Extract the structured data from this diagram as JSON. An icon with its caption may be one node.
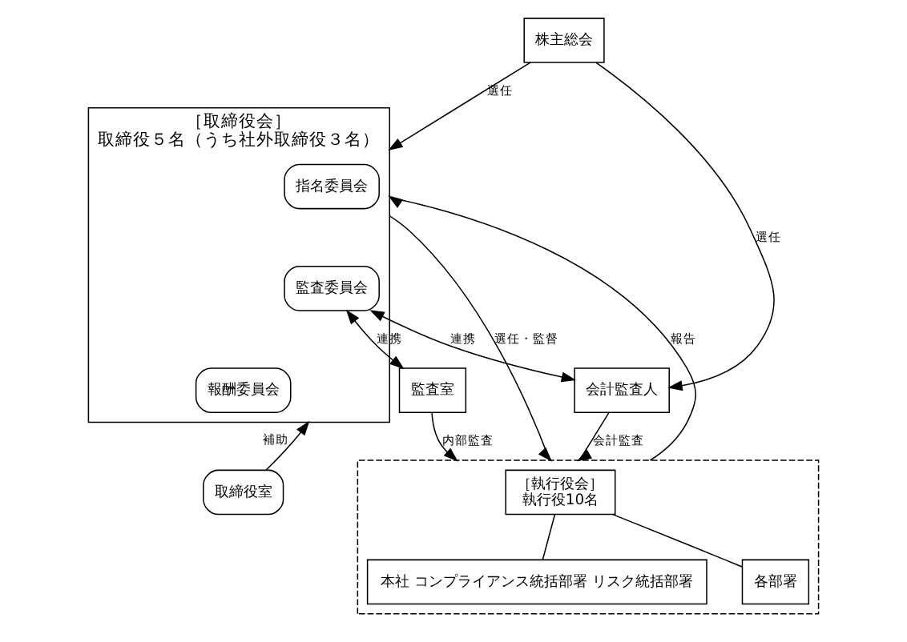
{
  "diagram": {
    "nodes": [
      {
        "text": [
          "株主総会"
        ]
      },
      {
        "text": [
          "［取締役会］",
          "取締役５名（うち社外取締役３名）"
        ]
      },
      {
        "text": [
          "指名委員会"
        ],
        "in": 1
      },
      {
        "text": [
          "監査委員会"
        ],
        "in": 1
      },
      {
        "text": [
          "報酬委員会"
        ],
        "in": 1
      },
      {
        "text": [],
        "shape": "box"
      },
      {
        "text": [
          "［執行役会］",
          "執行役10名"
        ],
        "in": 5
      },
      {
        "text": [
          "本社 コンプライアンス統括部署 リスク統括部署"
        ],
        "in": 5
      },
      {
        "text": [
          "各部署"
        ],
        "in": 5
      },
      {
        "text": [
          "会計監査人"
        ]
      },
      {
        "text": [
          "取締役室"
        ]
      },
      {
        "text": [
          "監査室"
        ]
      }
    ],
    "edges": [
      {
        "from": 0,
        "to": 1,
        "arrow": "to",
        "label": "選任"
      },
      {
        "from": 0,
        "to": 9,
        "arrow": "to",
        "label": "選任"
      },
      {
        "from": 1,
        "to": 5,
        "arrow": "to",
        "label": "選任・監督"
      },
      {
        "from": 5,
        "to": 1,
        "arrow": "to",
        "label": "報告"
      },
      {
        "from": 9,
        "to": 5,
        "arrow": "to",
        "label": "会計監査"
      },
      {
        "from": 6,
        "to": 7,
        "arrow": "none"
      },
      {
        "from": 6,
        "to": 8,
        "arrow": "none"
      },
      {
        "from": 3,
        "to": 9,
        "arrow": "both",
        "label": "連携"
      },
      {
        "from": 3,
        "to": 11,
        "arrow": "both",
        "label": "連携"
      },
      {
        "from": 11,
        "to": 5,
        "arrow": "to",
        "label": "内部監査"
      },
      {
        "from": 10,
        "to": 1,
        "arrow": "to",
        "label": "補助"
      }
    ]
  }
}
